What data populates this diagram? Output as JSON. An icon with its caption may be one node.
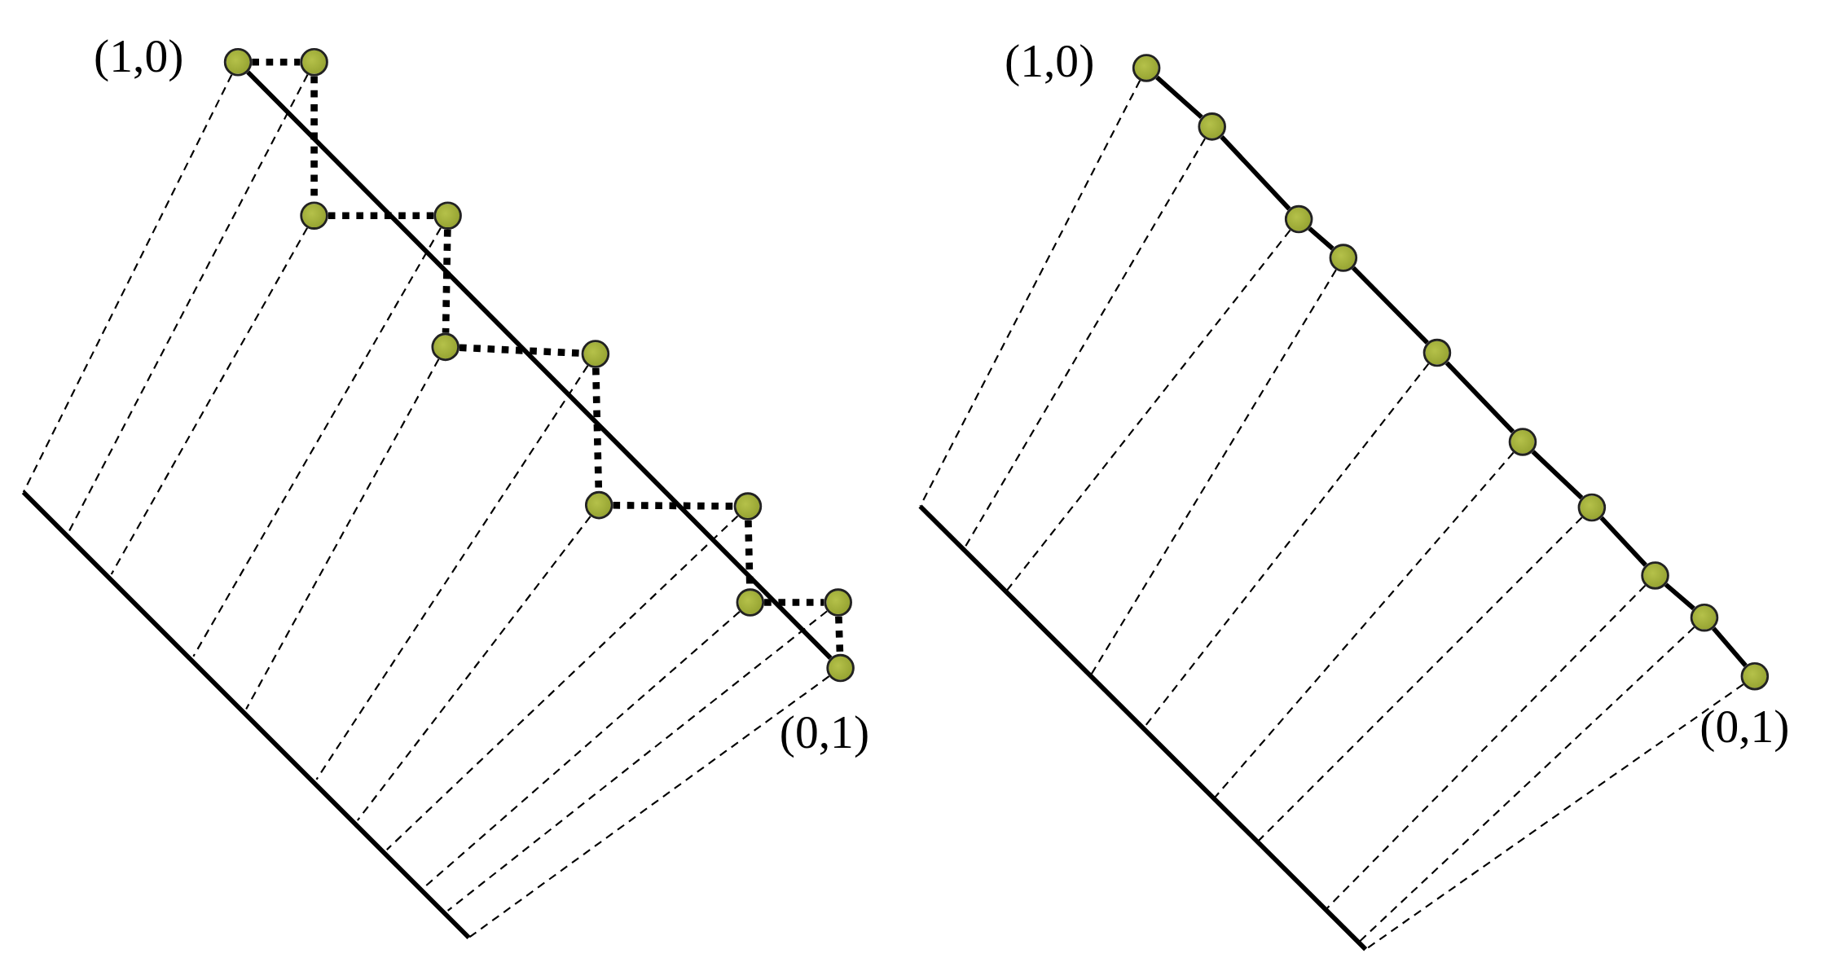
{
  "diagram": {
    "nodes": [
      {
        "text": [],
        "shape": "circle",
        "beside": [
          "(1,0)"
        ]
      },
      {
        "text": [],
        "shape": "circle"
      },
      {
        "text": [],
        "shape": "circle"
      },
      {
        "text": [],
        "shape": "circle"
      },
      {
        "text": [],
        "shape": "circle"
      },
      {
        "text": [],
        "shape": "circle"
      },
      {
        "text": [],
        "shape": "circle"
      },
      {
        "text": [],
        "shape": "circle"
      },
      {
        "text": [],
        "shape": "circle"
      },
      {
        "text": [],
        "shape": "circle"
      },
      {
        "text": [],
        "shape": "circle",
        "beside": [
          "(0,1)"
        ]
      },
      {
        "text": [],
        "shape": "circle",
        "beside": [
          "(1,0)"
        ]
      },
      {
        "text": [],
        "shape": "circle"
      },
      {
        "text": [],
        "shape": "circle"
      },
      {
        "text": [],
        "shape": "circle"
      },
      {
        "text": [],
        "shape": "circle"
      },
      {
        "text": [],
        "shape": "circle"
      },
      {
        "text": [],
        "shape": "circle"
      },
      {
        "text": [],
        "shape": "circle"
      },
      {
        "text": [],
        "shape": "circle"
      },
      {
        "text": [],
        "shape": "circle",
        "beside": [
          "(0,1)"
        ]
      }
    ],
    "edges": [
      {
        "from": 0,
        "to": 10,
        "arrow": "none"
      },
      {
        "from": 0,
        "to": 1,
        "arrow": "none",
        "style": "dashed"
      },
      {
        "from": 1,
        "to": 2,
        "arrow": "none",
        "style": "dashed"
      },
      {
        "from": 2,
        "to": 3,
        "arrow": "none",
        "style": "dashed"
      },
      {
        "from": 3,
        "to": 4,
        "arrow": "none",
        "style": "dashed"
      },
      {
        "from": 4,
        "to": 5,
        "arrow": "none",
        "style": "dashed"
      },
      {
        "from": 5,
        "to": 6,
        "arrow": "none",
        "style": "dashed"
      },
      {
        "from": 6,
        "to": 7,
        "arrow": "none",
        "style": "dashed"
      },
      {
        "from": 7,
        "to": 8,
        "arrow": "none",
        "style": "dashed"
      },
      {
        "from": 8,
        "to": 9,
        "arrow": "none",
        "style": "dashed"
      },
      {
        "from": 9,
        "to": 10,
        "arrow": "none",
        "style": "dashed"
      },
      {
        "from": 11,
        "to": 12,
        "arrow": "none"
      },
      {
        "from": 12,
        "to": 13,
        "arrow": "none"
      },
      {
        "from": 13,
        "to": 14,
        "arrow": "none"
      },
      {
        "from": 14,
        "to": 15,
        "arrow": "none"
      },
      {
        "from": 15,
        "to": 16,
        "arrow": "none"
      },
      {
        "from": 16,
        "to": 17,
        "arrow": "none"
      },
      {
        "from": 17,
        "to": 18,
        "arrow": "none"
      },
      {
        "from": 18,
        "to": 19,
        "arrow": "none"
      },
      {
        "from": 19,
        "to": 20,
        "arrow": "none"
      }
    ]
  }
}
